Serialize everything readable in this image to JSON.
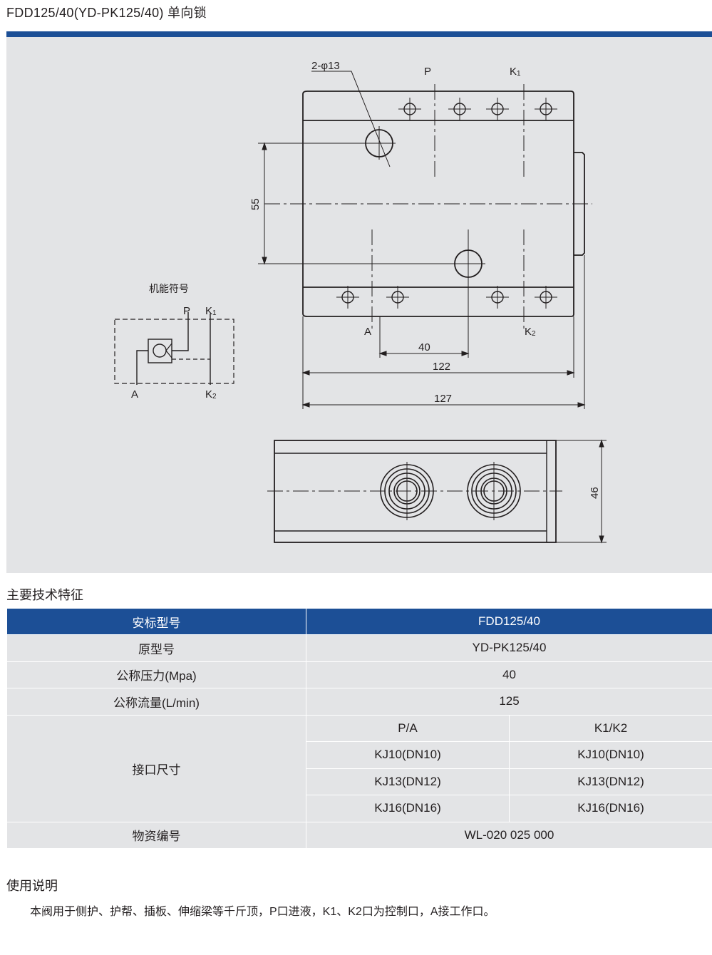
{
  "title": "FDD125/40(YD-PK125/40) 单向锁",
  "drawing": {
    "front_view": {
      "hole_label": "2-φ13",
      "port_p": "P",
      "port_k1": "K",
      "port_k1_sub": "1",
      "port_a": "A",
      "port_k2": "K",
      "port_k2_sub": "2",
      "dim_55": "55",
      "dim_40": "40",
      "dim_122": "122",
      "dim_127": "127"
    },
    "side_view": {
      "dim_46": "46"
    },
    "symbol": {
      "caption": "机能符号",
      "port_p": "P",
      "port_k1": "K",
      "port_k1_sub": "1",
      "port_a": "A",
      "port_k2": "K",
      "port_k2_sub": "2"
    }
  },
  "spec": {
    "heading": "主要技术特征",
    "header": {
      "label": "安标型号",
      "value": "FDD125/40"
    },
    "rows": [
      {
        "label": "原型号",
        "value": "YD-PK125/40"
      },
      {
        "label": "公称压力(Mpa)",
        "value": "40"
      },
      {
        "label": "公称流量(L/min)",
        "value": "125"
      }
    ],
    "ports": {
      "label": "接口尺寸",
      "col1_header": "P/A",
      "col2_header": "K1/K2",
      "rows": [
        {
          "pa": "KJ10(DN10)",
          "k": "KJ10(DN10)"
        },
        {
          "pa": "KJ13(DN12)",
          "k": "KJ13(DN12)"
        },
        {
          "pa": "KJ16(DN16)",
          "k": "KJ16(DN16)"
        }
      ]
    },
    "material": {
      "label": "物资编号",
      "value": "WL-020 025 000"
    }
  },
  "usage": {
    "heading": "使用说明",
    "text": "本阀用于侧护、护帮、插板、伸缩梁等千斤顶，P口进液，K1、K2口为控制口，A接工作口。"
  }
}
